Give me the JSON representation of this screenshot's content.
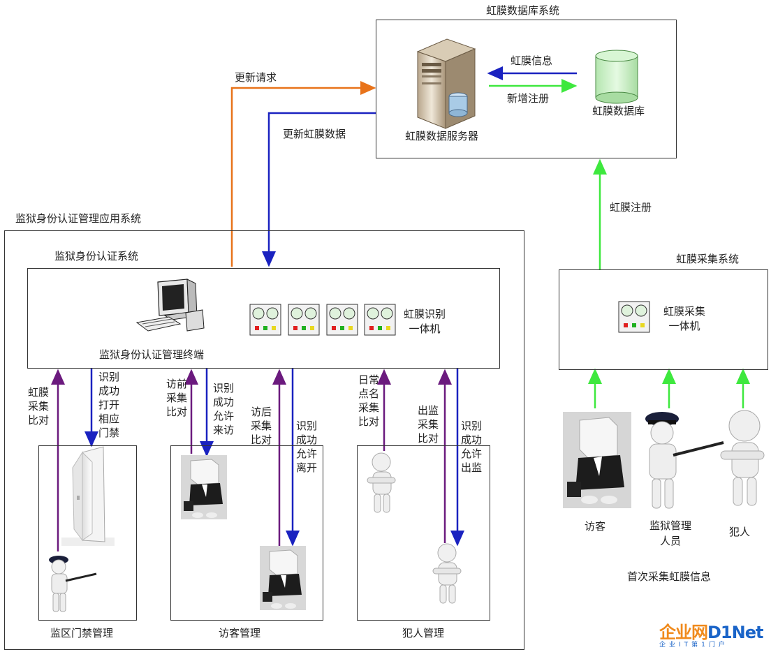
{
  "db_system": {
    "title": "虹膜数据库系统",
    "server_label": "虹膜数据服务器",
    "db_label": "虹膜数据库",
    "iris_info": "虹膜信息",
    "new_register": "新增注册"
  },
  "flows": {
    "update_request": "更新请求",
    "update_iris_data": "更新虹膜数据",
    "iris_register": "虹膜注册"
  },
  "app_system": {
    "title": "监狱身份认证管理应用系统",
    "auth_system_title": "监狱身份认证系统",
    "terminal_label": "监狱身份认证管理终端",
    "recognizer_label": "虹膜识别一体机"
  },
  "collect_system": {
    "title": "虹膜采集系统",
    "collector_label": "虹膜采集一体机"
  },
  "modules": {
    "gate": {
      "title": "监区门禁管理",
      "up_label": "虹膜采集比对",
      "down_label": "识别成功打开相应门禁"
    },
    "visitor": {
      "title": "访客管理",
      "up1_label": "访前采集比对",
      "down1_label": "识别成功允许来访",
      "up2_label": "访后采集比对",
      "down2_label": "识别成功允许离开"
    },
    "prisoner": {
      "title": "犯人管理",
      "up1_label": "日常点名采集比对",
      "up2_label": "出监采集比对",
      "down_label": "识别成功允许出监"
    }
  },
  "first_collect": {
    "visitor": "访客",
    "staff": "监狱管理人员",
    "prisoner": "犯人",
    "caption": "首次采集虹膜信息"
  },
  "logo": {
    "brand_cn": "企业网",
    "brand_en": "D1Net",
    "tagline": "企业IT第1门户"
  },
  "colors": {
    "orange": "#e8731a",
    "blue": "#1a22c0",
    "green": "#3ee83e",
    "purple": "#6b1a7e",
    "logo_orange": "#f08a1c",
    "logo_blue": "#1a64c8"
  }
}
